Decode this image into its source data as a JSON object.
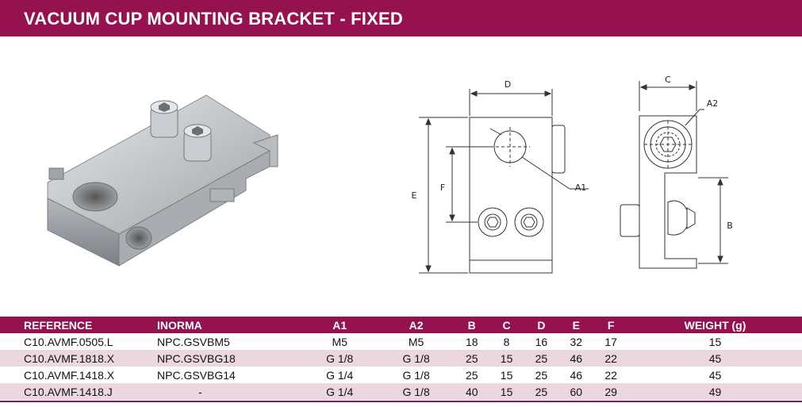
{
  "title": "VACUUM CUP MOUNTING BRACKET - FIXED",
  "drawing_labels": {
    "d": "D",
    "e": "E",
    "f": "F",
    "a1": "A1",
    "c": "C",
    "a2": "A2",
    "b": "B"
  },
  "table": {
    "headers": [
      "REFERENCE",
      "INORMA",
      "A1",
      "A2",
      "B",
      "C",
      "D",
      "E",
      "F",
      "WEIGHT (g)"
    ],
    "rows": [
      [
        "C10.AVMF.0505.L",
        "NPC.GSVBM5",
        "M5",
        "M5",
        "18",
        "8",
        "16",
        "32",
        "17",
        "15"
      ],
      [
        "C10.AVMF.1818.X",
        "NPC.GSVBG18",
        "G 1/8",
        "G 1/8",
        "25",
        "15",
        "25",
        "46",
        "22",
        "45"
      ],
      [
        "C10.AVMF.1418.X",
        "NPC.GSVBG14",
        "G 1/4",
        "G 1/8",
        "25",
        "15",
        "25",
        "46",
        "22",
        "45"
      ],
      [
        "C10.AVMF.1418.J",
        "-",
        "G 1/4",
        "G 1/8",
        "40",
        "15",
        "25",
        "60",
        "29",
        "49"
      ]
    ]
  },
  "colors": {
    "brand": "#95124e",
    "row_alt": "#ecd6e0"
  }
}
